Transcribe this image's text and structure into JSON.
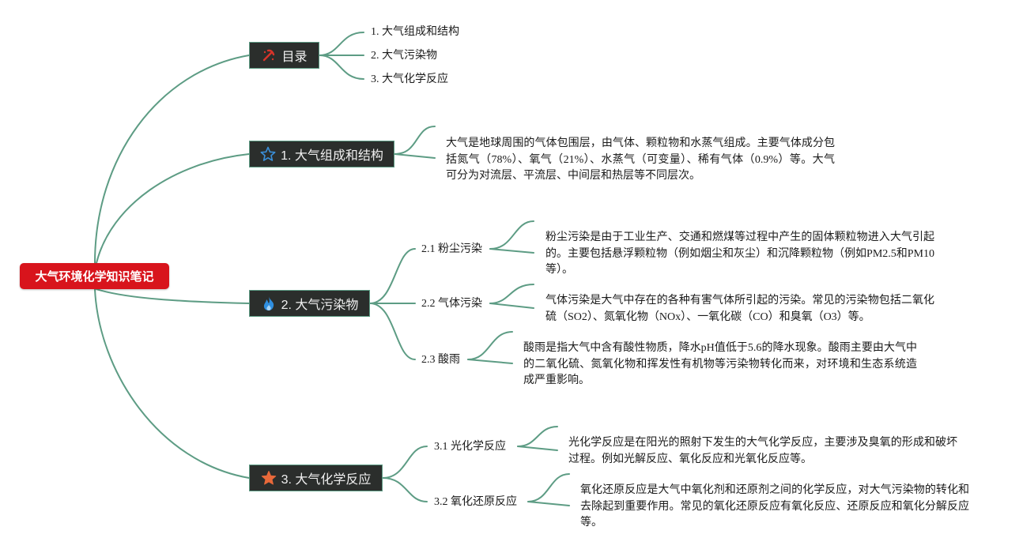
{
  "root": {
    "title": "大气环境化学知识笔记"
  },
  "topics": {
    "toc": {
      "label": "目录",
      "icon": "pickaxe-icon",
      "items": [
        "1. 大气组成和结构",
        "2. 大气污染物",
        "3. 大气化学反应"
      ]
    },
    "t1": {
      "label": "1. 大气组成和结构",
      "icon": "star-outline-icon",
      "text": "大气是地球周围的气体包围层，由气体、颗粒物和水蒸气组成。主要气体成分包括氮气（78%）、氧气（21%）、水蒸气（可变量）、稀有气体（0.9%）等。大气可分为对流层、平流层、中间层和热层等不同层次。"
    },
    "t2": {
      "label": "2. 大气污染物",
      "icon": "fire-icon",
      "subs": [
        {
          "label": "2.1 粉尘污染",
          "text": "粉尘污染是由于工业生产、交通和燃煤等过程中产生的固体颗粒物进入大气引起的。主要包括悬浮颗粒物（例如烟尘和灰尘）和沉降颗粒物（例如PM2.5和PM10等）。"
        },
        {
          "label": "2.2 气体污染",
          "text": "气体污染是大气中存在的各种有害气体所引起的污染。常见的污染物包括二氧化硫（SO2）、氮氧化物（NOx）、一氧化碳（CO）和臭氧（O3）等。"
        },
        {
          "label": "2.3 酸雨",
          "text": "酸雨是指大气中含有酸性物质，降水pH值低于5.6的降水现象。酸雨主要由大气中的二氧化硫、氮氧化物和挥发性有机物等污染物转化而来，对环境和生态系统造成严重影响。"
        }
      ]
    },
    "t3": {
      "label": "3. 大气化学反应",
      "icon": "star-filled-icon",
      "subs": [
        {
          "label": "3.1 光化学反应",
          "text": "光化学反应是在阳光的照射下发生的大气化学反应，主要涉及臭氧的形成和破坏过程。例如光解反应、氧化反应和光氧化反应等。"
        },
        {
          "label": "3.2 氧化还原反应",
          "text": "氧化还原反应是大气中氧化剂和还原剂之间的化学反应，对大气污染物的转化和去除起到重要作用。常见的氧化还原反应有氧化反应、还原反应和氧化分解反应等。"
        }
      ]
    }
  },
  "colors": {
    "root": "#d8141c",
    "topic_bg": "#2b2e2c",
    "link": "#5d9c84",
    "star_outline": "#3a8fd8",
    "fire": "#2f8fe0",
    "star_filled": "#e8693a",
    "pickaxe": "#d8342a"
  }
}
